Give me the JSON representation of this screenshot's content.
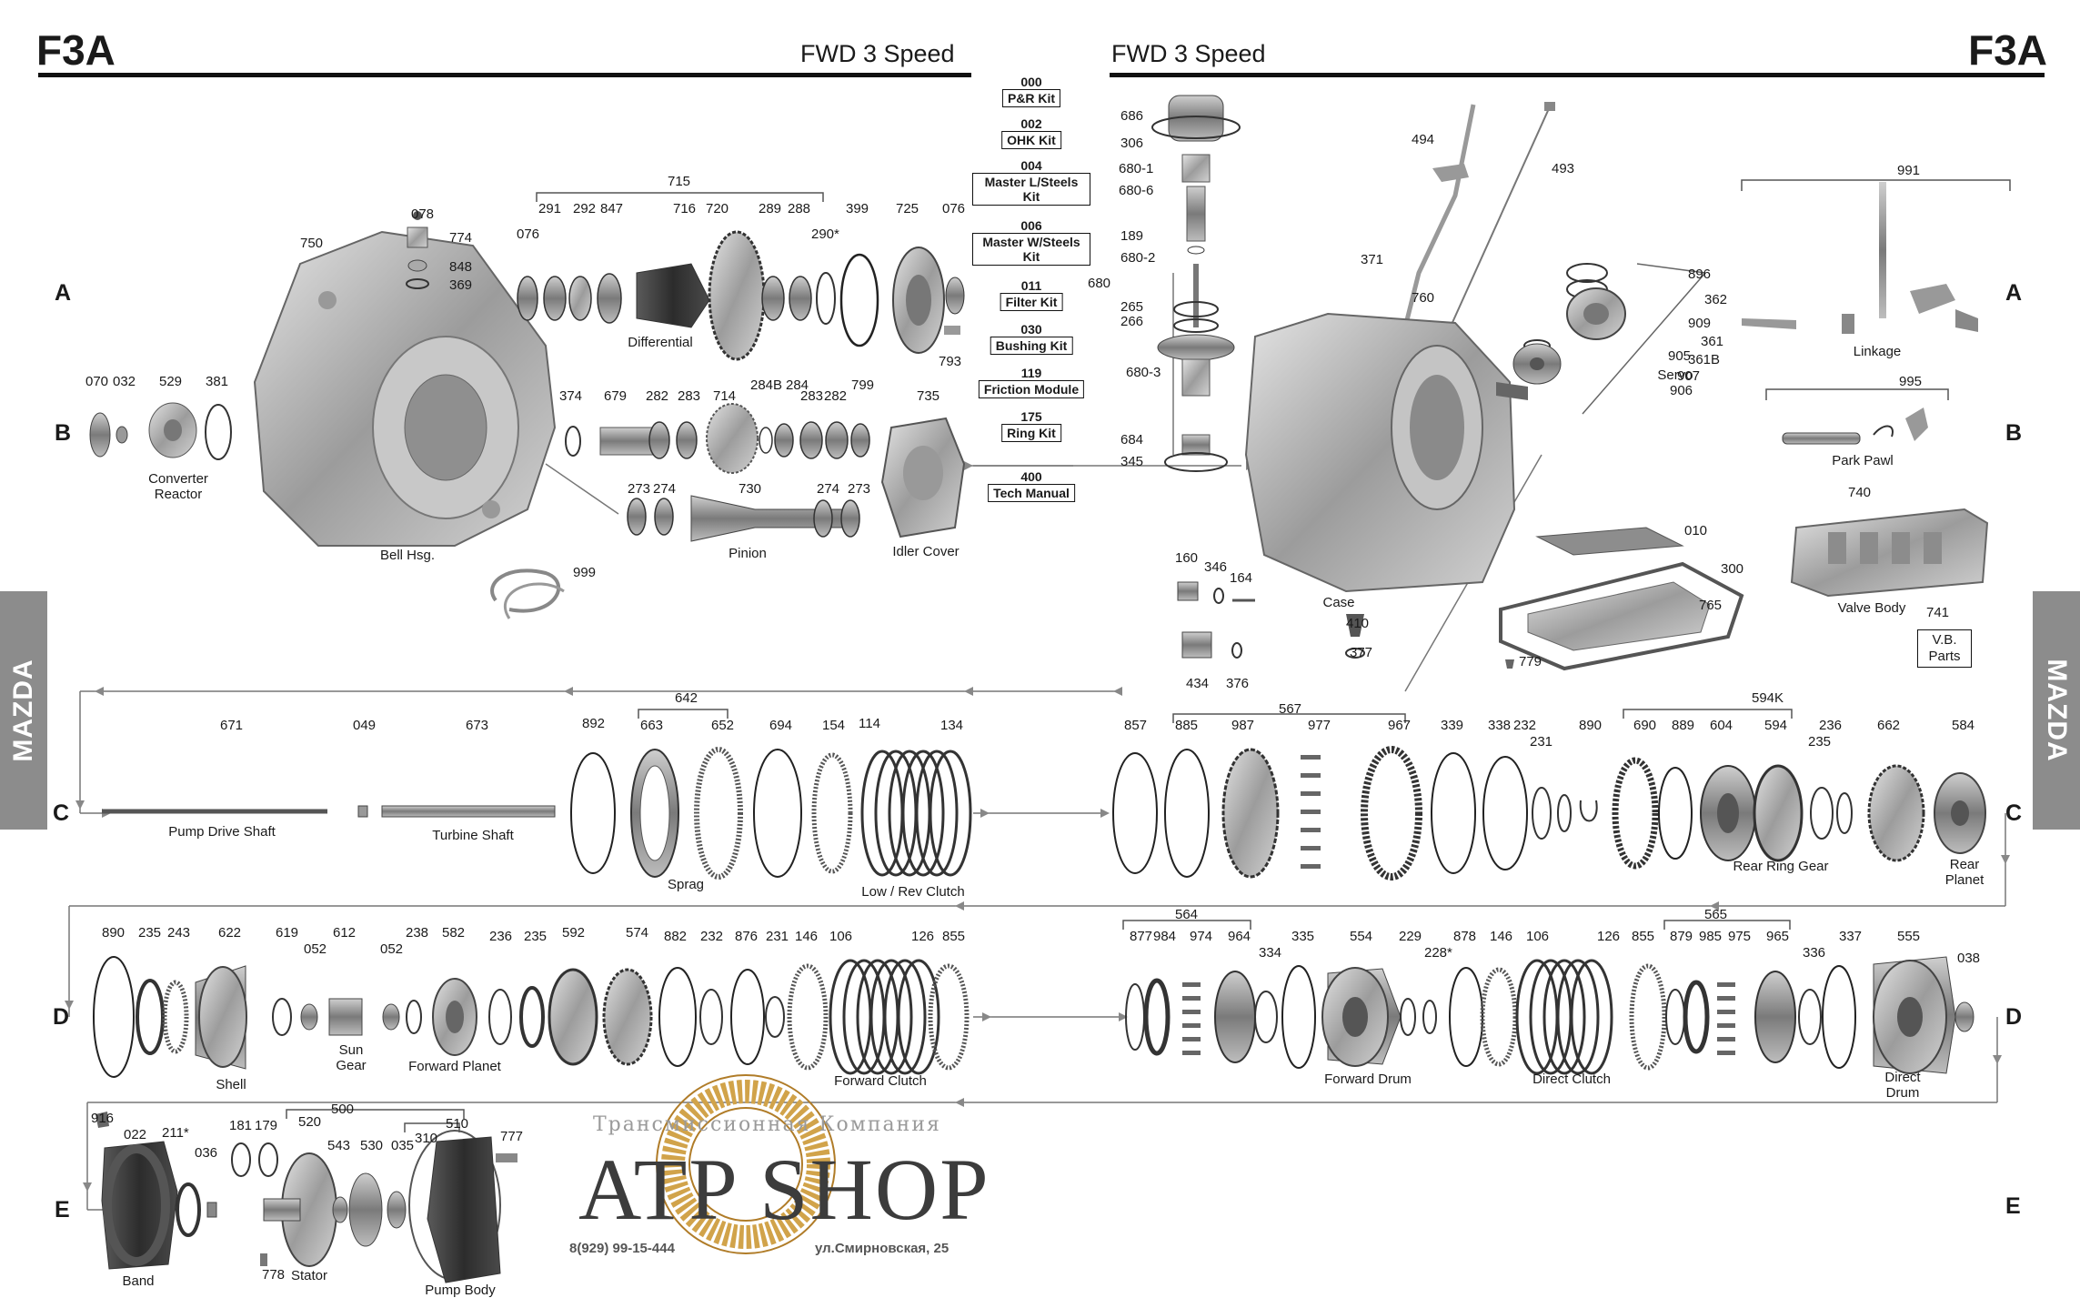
{
  "header": {
    "model": "F3A",
    "subtitle": "FWD 3 Speed"
  },
  "side_tab": "MAZDA",
  "rows": [
    "A",
    "B",
    "C",
    "D",
    "E"
  ],
  "kits": [
    {
      "code": "000",
      "name": "P&R Kit"
    },
    {
      "code": "002",
      "name": "OHK Kit"
    },
    {
      "code": "004",
      "name": "Master L/Steels Kit"
    },
    {
      "code": "006",
      "name": "Master W/Steels Kit"
    },
    {
      "code": "011",
      "name": "Filter Kit"
    },
    {
      "code": "030",
      "name": "Bushing Kit"
    },
    {
      "code": "119",
      "name": "Friction Module"
    },
    {
      "code": "175",
      "name": "Ring Kit"
    },
    {
      "code": "400",
      "name": "Tech Manual"
    }
  ],
  "group_labels": {
    "converter_reactor": "Converter Reactor",
    "bell_hsg": "Bell Hsg.",
    "differential": "Differential",
    "pinion": "Pinion",
    "idler_cover": "Idler Cover",
    "case": "Case",
    "servo": "Servo",
    "linkage": "Linkage",
    "park_pawl": "Park Pawl",
    "valve_body": "Valve Body",
    "vb_parts": "V.B. Parts",
    "pump_drive_shaft": "Pump Drive Shaft",
    "turbine_shaft": "Turbine Shaft",
    "sprag": "Sprag",
    "low_rev_clutch": "Low / Rev Clutch",
    "rear_ring_gear": "Rear Ring Gear",
    "rear_planet": "Rear Planet",
    "shell": "Shell",
    "sun_gear": "Sun Gear",
    "forward_planet": "Forward Planet",
    "forward_clutch": "Forward Clutch",
    "forward_drum": "Forward Drum",
    "direct_clutch": "Direct Clutch",
    "direct_drum": "Direct Drum",
    "band": "Band",
    "stator": "Stator",
    "pump_body": "Pump Body"
  },
  "logo": {
    "top": "Трансмиссионная Компания",
    "main": "ATP SHOP",
    "phone": "8(929) 99-15-444",
    "address": "ул.Смирновская, 25"
  },
  "part_numbers": [
    "078",
    "774",
    "848",
    "369",
    "750",
    "076",
    "291",
    "292",
    "847",
    "715",
    "716",
    "720",
    "289",
    "288",
    "399",
    "725",
    "076",
    "290*",
    "793",
    "070",
    "032",
    "529",
    "381",
    "374",
    "679",
    "282",
    "283",
    "714",
    "284B",
    "284",
    "283",
    "282",
    "799",
    "735",
    "273",
    "274",
    "730",
    "274",
    "273",
    "999",
    "686",
    "306",
    "680-1",
    "680-6",
    "189",
    "680-2",
    "680",
    "265",
    "266",
    "680-3",
    "684",
    "345",
    "494",
    "493",
    "371",
    "760",
    "896",
    "362",
    "909",
    "361",
    "361B",
    "907",
    "906",
    "905",
    "991",
    "995",
    "010",
    "300",
    "765",
    "740",
    "741",
    "779",
    "160",
    "346",
    "164",
    "434",
    "376",
    "410",
    "377",
    "671",
    "049",
    "673",
    "892",
    "642",
    "663",
    "652",
    "694",
    "154",
    "114",
    "134",
    "857",
    "567",
    "885",
    "987",
    "977",
    "967",
    "339",
    "338",
    "232",
    "231",
    "890",
    "594K",
    "690",
    "889",
    "604",
    "594",
    "236",
    "235",
    "662",
    "584",
    "890",
    "235",
    "243",
    "622",
    "619",
    "052",
    "612",
    "052",
    "238",
    "582",
    "236",
    "235",
    "592",
    "574",
    "882",
    "232",
    "876",
    "231",
    "146",
    "106",
    "126",
    "855",
    "564",
    "877",
    "984",
    "974",
    "964",
    "334",
    "335",
    "554",
    "229",
    "228*",
    "878",
    "146",
    "106",
    "565",
    "126",
    "855",
    "879",
    "985",
    "975",
    "965",
    "336",
    "337",
    "555",
    "038",
    "916",
    "022",
    "211*",
    "036",
    "181",
    "179",
    "500",
    "520",
    "543",
    "530",
    "035",
    "510",
    "310",
    "777",
    "778"
  ]
}
